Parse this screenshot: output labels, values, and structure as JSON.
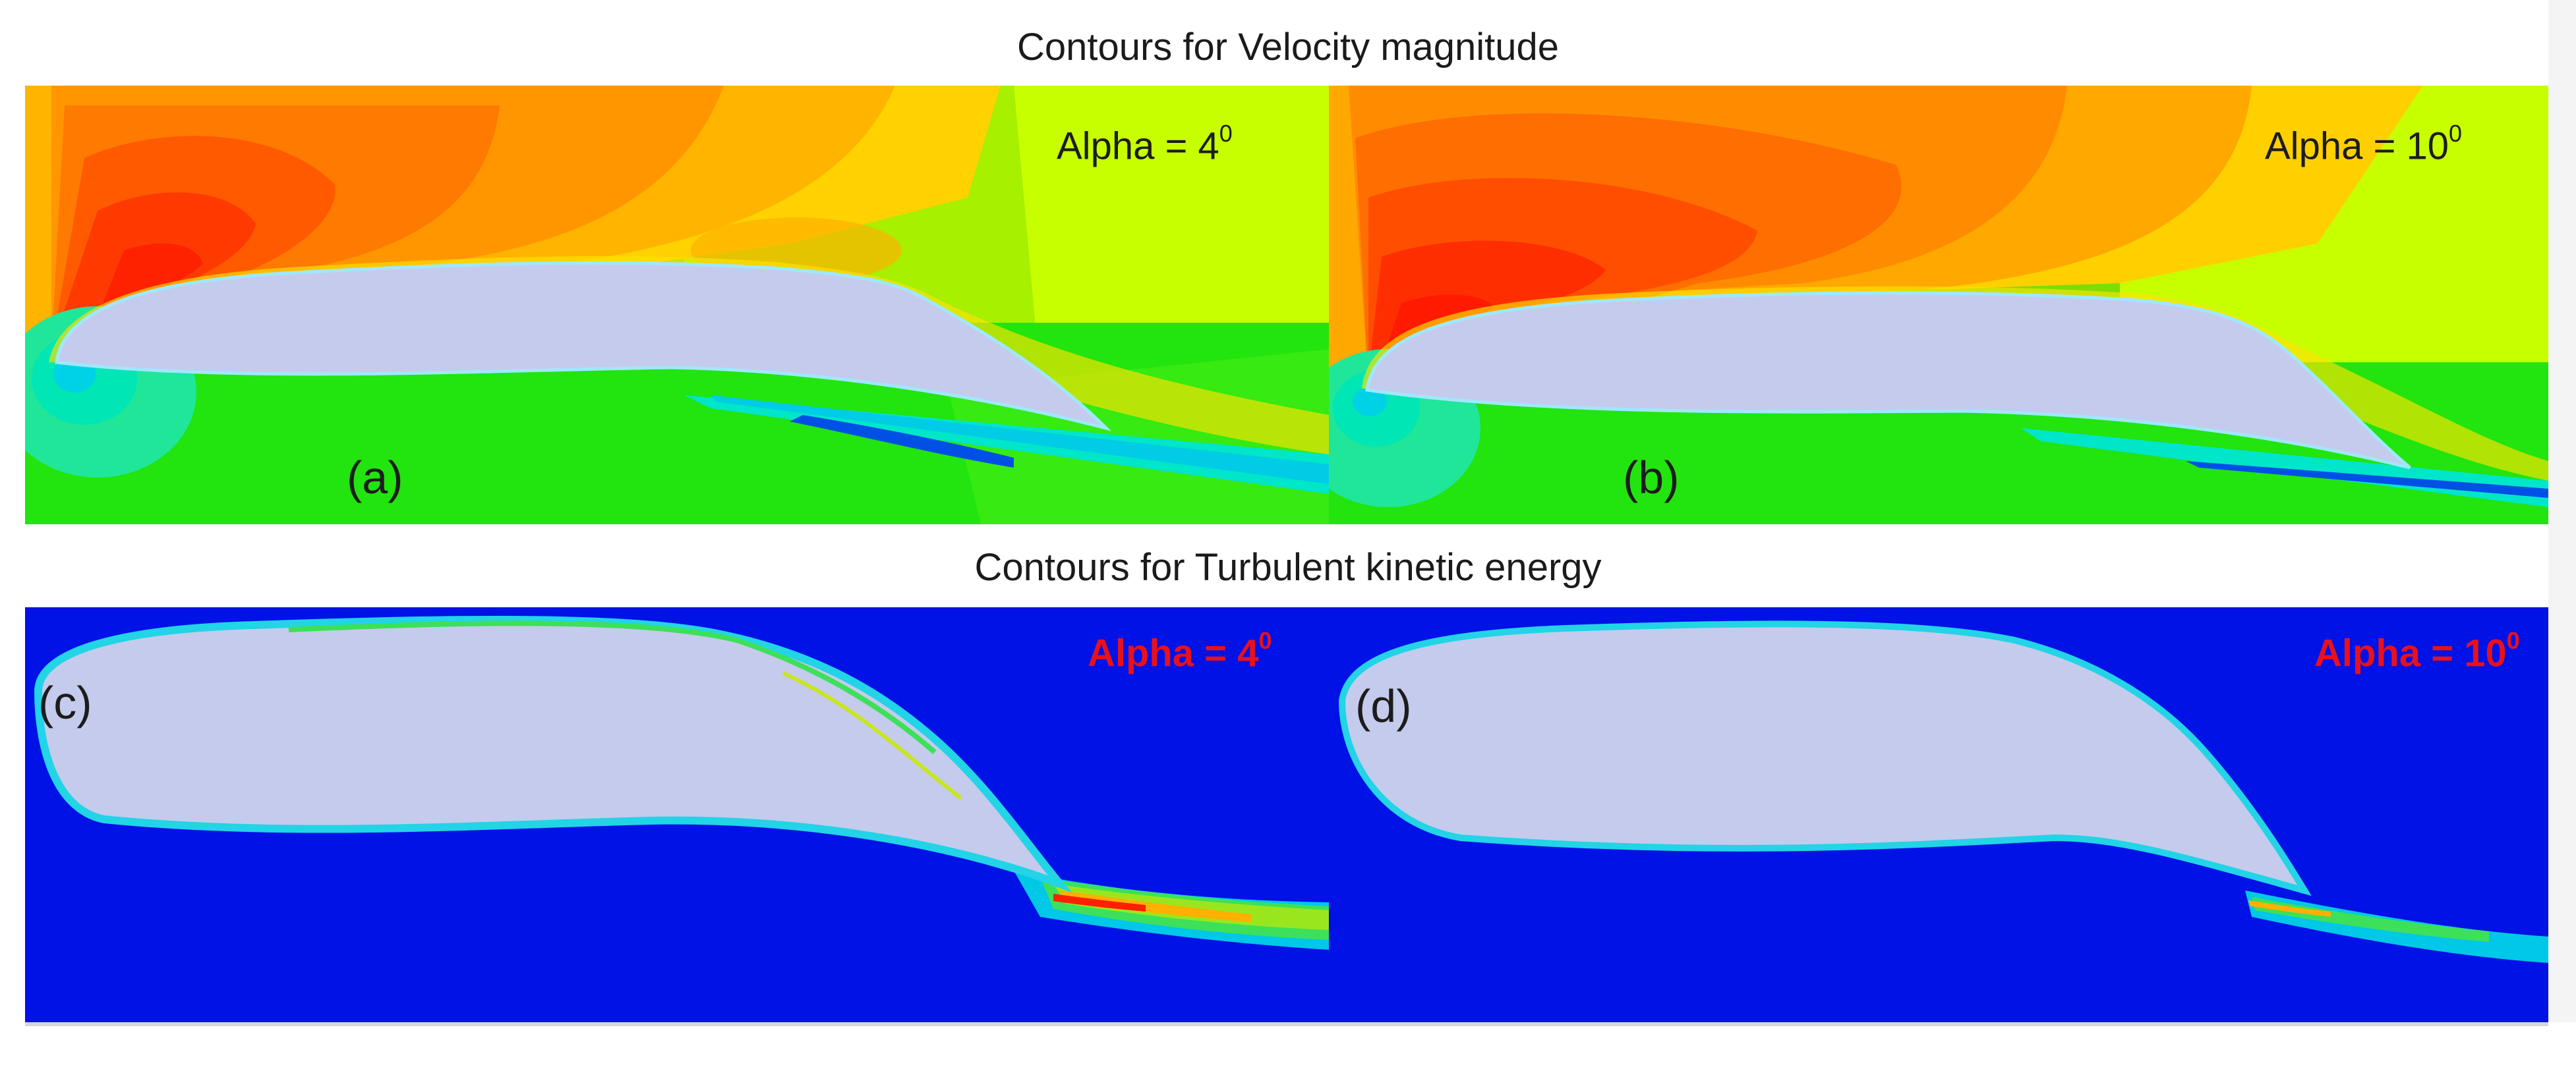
{
  "headings": {
    "velocity": "Contours for Velocity magnitude",
    "tke": "Contours for Turbulent kinetic energy"
  },
  "panels": {
    "a": {
      "tag": "(a)",
      "alpha_prefix": "Alpha = 4",
      "alpha_sup": "0"
    },
    "b": {
      "tag": "(b)",
      "alpha_prefix": "Alpha = 10",
      "alpha_sup": "0"
    },
    "c": {
      "tag": "(c)",
      "alpha_prefix": "Alpha = 4",
      "alpha_sup": "0"
    },
    "d": {
      "tag": "(d)",
      "alpha_prefix": "Alpha = 10",
      "alpha_sup": "0"
    }
  },
  "colors": {
    "airfoil": "#c5cbec",
    "tke_background": "#0012e6",
    "velocity_freestream": "#c8ff00",
    "velocity_high": "#ff2200",
    "velocity_low": "#00e6b4",
    "alpha_label_red": "#e8111b"
  }
}
